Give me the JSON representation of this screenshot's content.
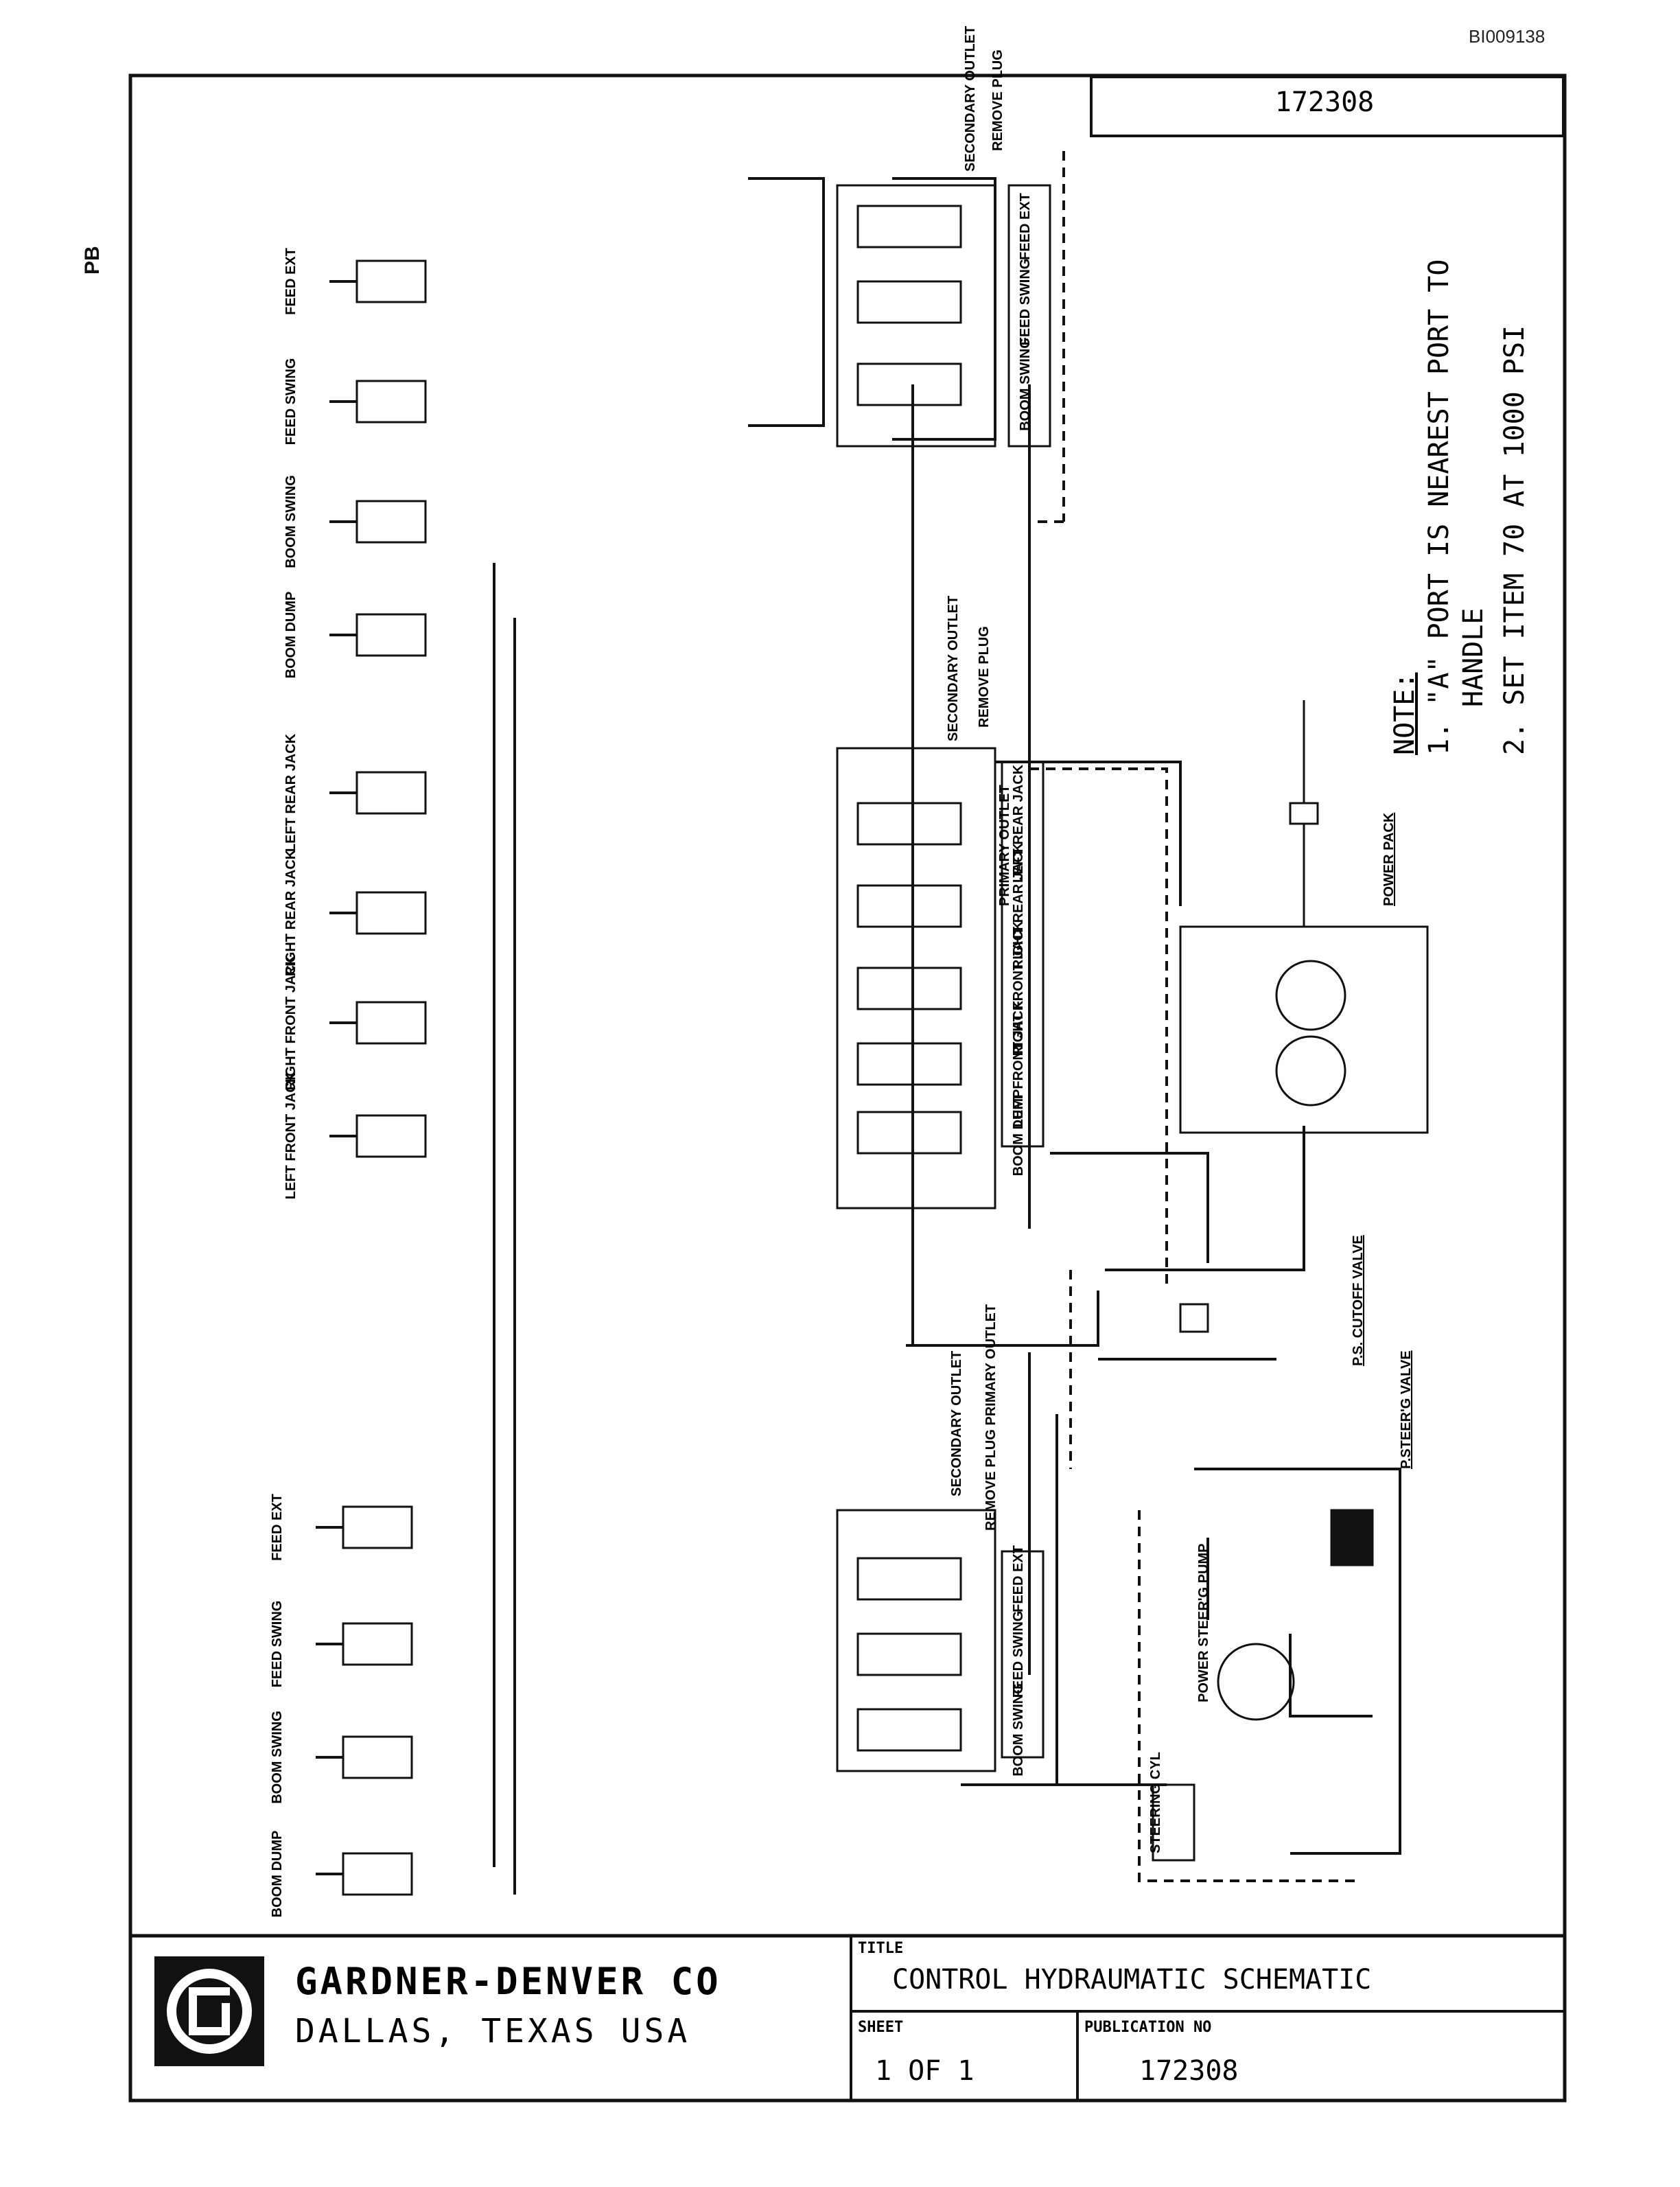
{
  "header": {
    "doc_id": "BI009138",
    "side_mark": "PB",
    "drawing_number": "172308"
  },
  "notes": {
    "heading": "NOTE:",
    "line1a": "1. \"A\" PORT IS NEAREST PORT TO",
    "line1b": "HANDLE",
    "line2": "2. SET ITEM 70 AT 1000 PSI"
  },
  "title_block": {
    "company": "GARDNER-DENVER CO",
    "location": "DALLAS, TEXAS USA",
    "title_label": "TITLE",
    "title": "CONTROL HYDRAUMATIC SCHEMATIC",
    "sheet_label": "SHEET",
    "sheet": "1 OF 1",
    "publication_label": "PUBLICATION NO",
    "publication": "172308"
  },
  "cylinders_top": [
    {
      "label": "FEED EXT"
    },
    {
      "label": "FEED SWING"
    },
    {
      "label": "BOOM SWING"
    },
    {
      "label": "BOOM DUMP"
    },
    {
      "label": "LEFT REAR JACK"
    },
    {
      "label": "RIGHT REAR JACK"
    },
    {
      "label": "RIGHT FRONT JACK"
    },
    {
      "label": "LEFT FRONT JACK"
    }
  ],
  "cylinders_bottom": [
    {
      "label": "FEED EXT"
    },
    {
      "label": "FEED SWING"
    },
    {
      "label": "BOOM SWING"
    },
    {
      "label": "BOOM DUMP"
    }
  ],
  "valve_labels": {
    "upper": [
      "FEED EXT",
      "FEED SWING",
      "BOOM SWING"
    ],
    "middle": [
      "LEFT REAR JACK",
      "RIGHT REAR JACK",
      "RIGHT FRONT JACK",
      "LEFT FRONT JACK",
      "BOOM DUMP"
    ],
    "lower": [
      "FEED EXT",
      "FEED SWING",
      "BOOM SWING"
    ],
    "secondary_outlet": "SECONDARY OUTLET",
    "remove_plug": "REMOVE PLUG",
    "primary_outlet": "PRIMARY OUTLET",
    "remove_plug_primary": "REMOVE PLUG PRIMARY OUTLET"
  },
  "component_labels": {
    "power_pack": "POWER PACK",
    "ps_cutoff": "P.S. CUTOFF VALVE",
    "ps_steering": "P.STEER'G VALVE",
    "ps_pump": "POWER STEER'G PUMP",
    "steering_cyl": "STEERING CYL"
  }
}
